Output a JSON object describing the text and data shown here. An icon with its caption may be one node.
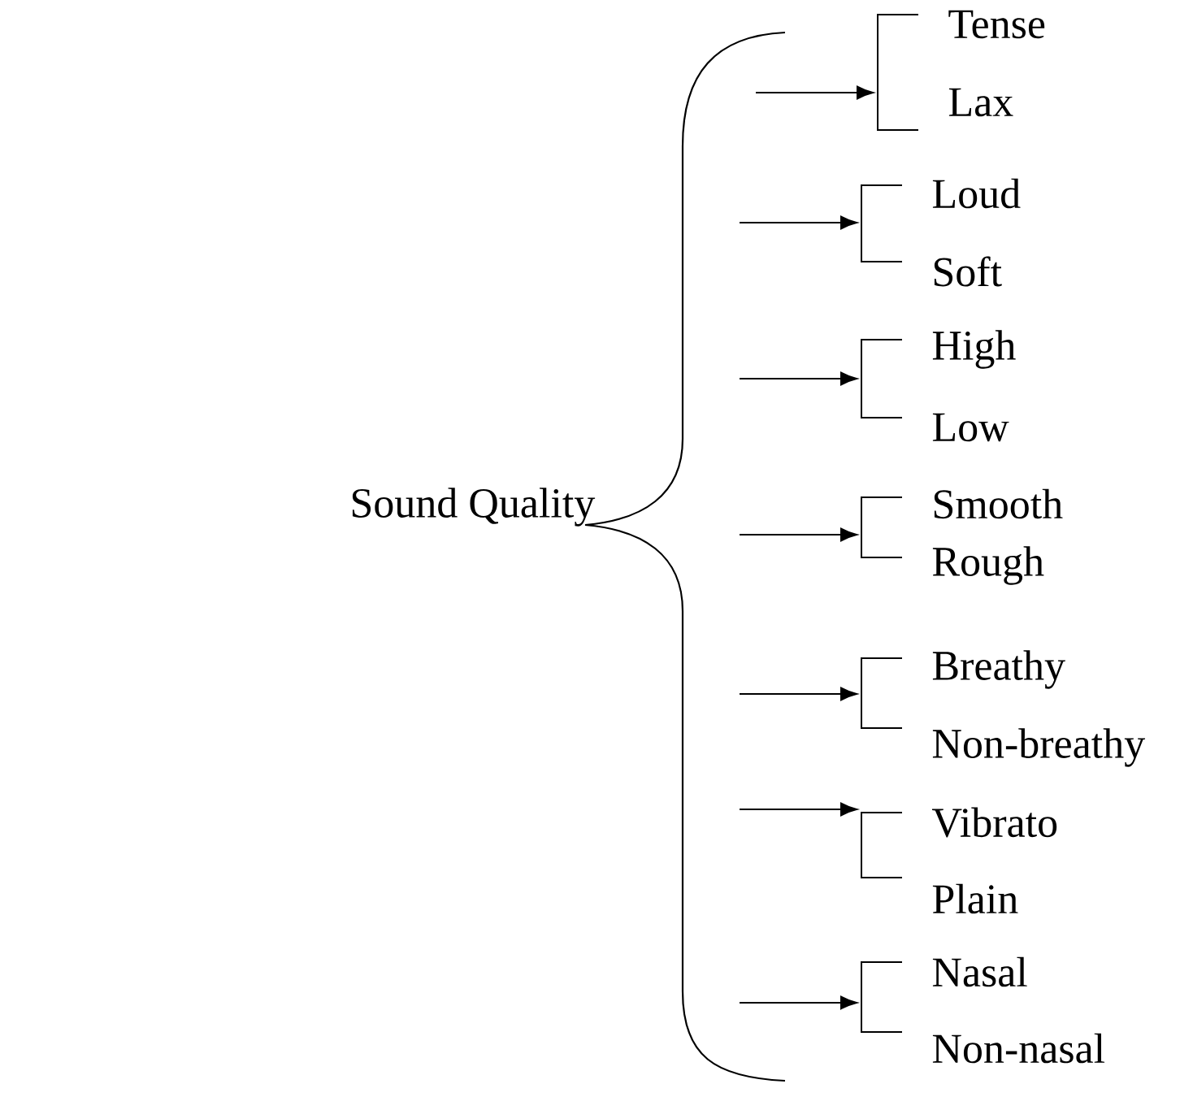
{
  "diagram": {
    "nodes": [
      {
        "text": [
          "Sound Quality"
        ]
      },
      {
        "text": [
          "Tense",
          "Lax"
        ]
      },
      {
        "text": [
          "Loud",
          "Soft"
        ]
      },
      {
        "text": [
          "High",
          "Low"
        ]
      },
      {
        "text": [
          "Smooth",
          "Rough"
        ]
      },
      {
        "text": [
          "Breathy",
          "Non-breathy"
        ]
      },
      {
        "text": [
          "Vibrato",
          "Plain"
        ]
      },
      {
        "text": [
          "Nasal",
          "Non-nasal"
        ]
      }
    ],
    "edges": [
      {
        "from": null,
        "to": 1,
        "arrow": "to"
      },
      {
        "from": null,
        "to": 2,
        "arrow": "to"
      },
      {
        "from": null,
        "to": 3,
        "arrow": "to"
      },
      {
        "from": null,
        "to": 4,
        "arrow": "to"
      },
      {
        "from": null,
        "to": 5,
        "arrow": "to"
      },
      {
        "from": null,
        "to": 6,
        "arrow": "to"
      },
      {
        "from": null,
        "to": 7,
        "arrow": "to"
      }
    ]
  }
}
